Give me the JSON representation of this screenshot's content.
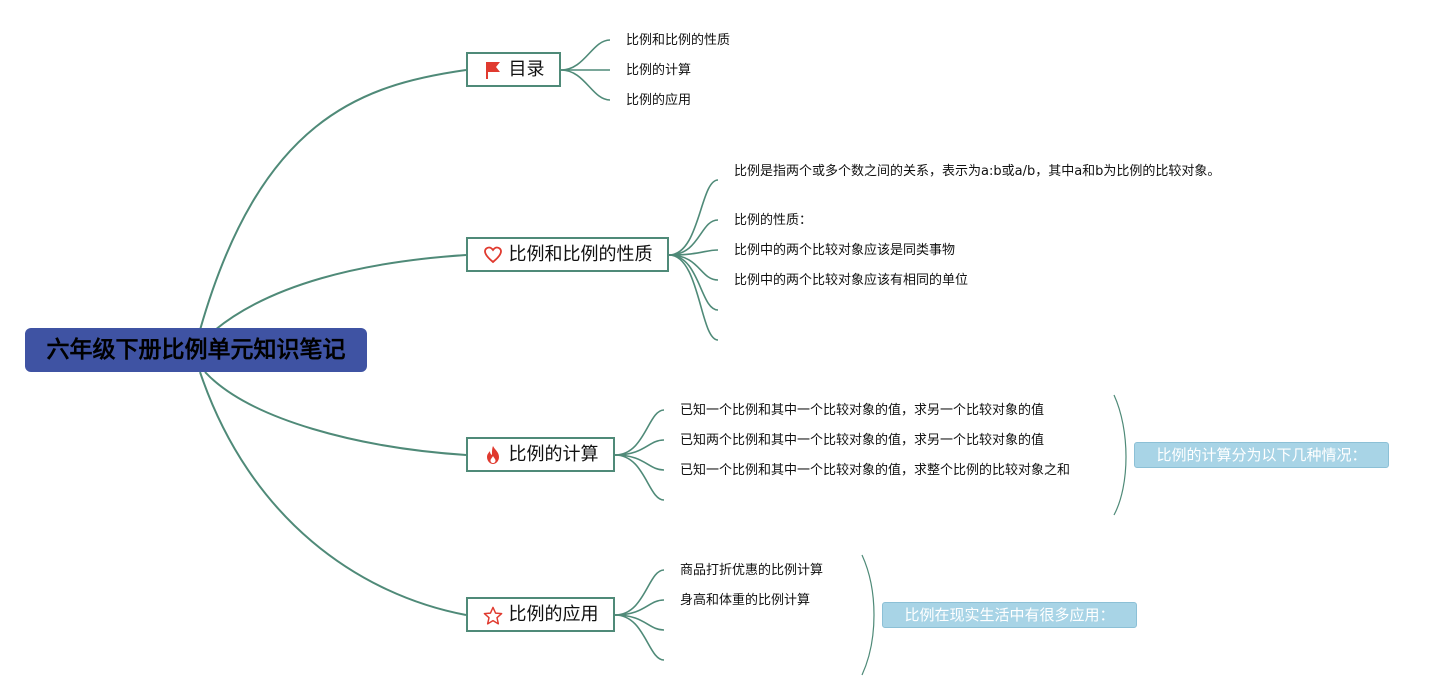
{
  "root": {
    "title": "六年级下册比例单元知识笔记"
  },
  "colors": {
    "root": "#3f53a3",
    "line": "#4f8a78",
    "summary": "#a8d4e6",
    "icon_red": "#e03a2f"
  },
  "branches": [
    {
      "label": "目录",
      "icon": "flag-icon",
      "leaves": [
        "比例和比例的性质",
        "比例的计算",
        "比例的应用"
      ]
    },
    {
      "label": "比例和比例的性质",
      "icon": "heart-icon",
      "leaves": [
        "比例是指两个或多个数之间的关系，表示为a:b或a/b，其中a和b为比例的比较对象。",
        "比例的性质：",
        "比例中的两个比较对象应该是同类事物",
        "比例中的两个比较对象应该有相同的单位"
      ]
    },
    {
      "label": "比例的计算",
      "icon": "fire-icon",
      "leaves": [
        "已知一个比例和其中一个比较对象的值，求另一个比较对象的值",
        "已知两个比例和其中一个比较对象的值，求另一个比较对象的值",
        "已知一个比例和其中一个比较对象的值，求整个比例的比较对象之和"
      ],
      "summary": "比例的计算分为以下几种情况："
    },
    {
      "label": "比例的应用",
      "icon": "star-icon",
      "leaves": [
        "商品打折优惠的比例计算",
        "身高和体重的比例计算"
      ],
      "summary": "比例在现实生活中有很多应用："
    }
  ]
}
